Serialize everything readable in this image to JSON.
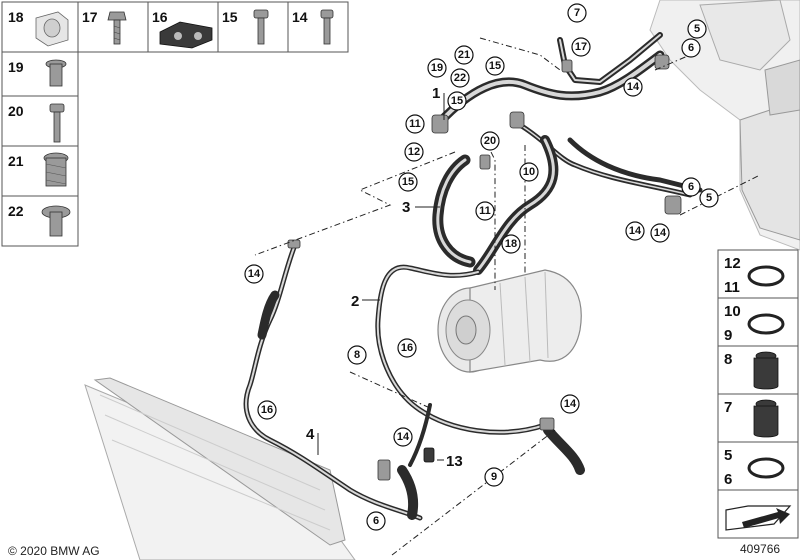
{
  "footer": {
    "copyright": "© 2020 BMW AG",
    "diagram_number": "409766"
  },
  "legend_left": {
    "top_row": [
      "18",
      "17",
      "16",
      "15",
      "14"
    ],
    "column": [
      "19",
      "20",
      "21",
      "22"
    ]
  },
  "legend_right": {
    "cells": [
      {
        "top": "12",
        "bottom": "11"
      },
      {
        "top": "10",
        "bottom": "9"
      },
      {
        "top": "8",
        "bottom": ""
      },
      {
        "top": "7",
        "bottom": ""
      },
      {
        "top": "5",
        "bottom": "6"
      }
    ]
  },
  "callouts": {
    "c7": "7",
    "c5a": "5",
    "c6a": "6",
    "c21": "21",
    "c17": "17",
    "c19": "19",
    "c15a": "15",
    "c22": "22",
    "c14a": "14",
    "c15b": "15",
    "c11a": "11",
    "c20": "20",
    "c12": "12",
    "c10": "10",
    "c6b": "6",
    "c15c": "15",
    "c5b": "5",
    "c11b": "11",
    "c14b": "14",
    "c14c": "14",
    "c18": "18",
    "c14d": "14",
    "c16a": "16",
    "c8": "8",
    "c14e": "14",
    "c16b": "16",
    "c14f": "14",
    "c9": "9",
    "c6c": "6"
  },
  "labels": {
    "l1": "1",
    "l2": "2",
    "l3": "3",
    "l4": "4",
    "l13": "13"
  }
}
